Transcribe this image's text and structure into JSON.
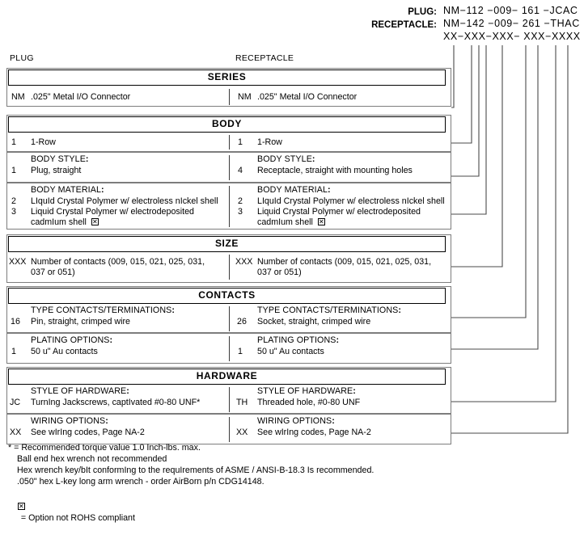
{
  "header": {
    "rows": [
      {
        "label": "PLUG:",
        "value": "NM−112 −009− 161 −JCAC"
      },
      {
        "label": "RECEPTACLE:",
        "value": "NM−142 −009− 261 −THAC"
      },
      {
        "label": "",
        "value": "XX−XXX−XXX− XXX−XXXX"
      }
    ]
  },
  "columns": {
    "left_label": "PLUG",
    "right_label": "RECEPTACLE"
  },
  "sections": [
    {
      "banner": "SERIES",
      "rows": [
        {
          "header": "",
          "left": [
            {
              "code": "NM",
              "text": ".025\" Metal I/O Connector"
            }
          ],
          "right": [
            {
              "code": "NM",
              "text": ".025\" Metal I/O Connector"
            }
          ]
        }
      ]
    },
    {
      "banner": "BODY",
      "rows": [
        {
          "header": "",
          "left": [
            {
              "code": "1",
              "text": "1-Row"
            }
          ],
          "right": [
            {
              "code": "1",
              "text": "1-Row"
            }
          ]
        },
        {
          "header": "BODY STYLE:",
          "left": [
            {
              "code": "1",
              "text": "Plug, straight"
            }
          ],
          "right": [
            {
              "code": "4",
              "text": "Receptacle, straight with mounting holes"
            }
          ]
        },
        {
          "header": "BODY MATERIAL:",
          "left": [
            {
              "code": "2",
              "text": "LIquId Crystal Polymer w/ electroless nIckel shell"
            },
            {
              "code": "3",
              "text": "Liquid Crystal Polymer w/ electrodeposited\ncadmIum shell  ☒"
            }
          ],
          "right": [
            {
              "code": "2",
              "text": "LIquId Crystal Polymer w/ electroless nIckel shell"
            },
            {
              "code": "3",
              "text": "Liquid Crystal Polymer w/ electrodeposited\ncadmIum shell  ☒"
            }
          ]
        }
      ]
    },
    {
      "banner": "SIZE",
      "rows": [
        {
          "header": "",
          "left": [
            {
              "code": "XXX",
              "text": "Number of contacts (009, 015, 021, 025, 031,\n037 or 051)"
            }
          ],
          "right": [
            {
              "code": "XXX",
              "text": "Number of contacts (009, 015, 021, 025, 031,\n037 or 051)"
            }
          ]
        }
      ]
    },
    {
      "banner": "CONTACTS",
      "rows": [
        {
          "header": "TYPE CONTACTS/TERMINATIONS:",
          "left": [
            {
              "code": "16",
              "text": "Pin, straight, crimped wire"
            }
          ],
          "right": [
            {
              "code": "26",
              "text": "Socket, straight, crimped wire"
            }
          ]
        },
        {
          "header": "PLATING OPTIONS:",
          "left": [
            {
              "code": "1",
              "text": "50 u\" Au contacts"
            }
          ],
          "right": [
            {
              "code": "1",
              "text": "50 u\" Au contacts"
            }
          ]
        }
      ]
    },
    {
      "banner": "HARDWARE",
      "rows": [
        {
          "header": "STYLE OF HARDWARE:",
          "left": [
            {
              "code": "JC",
              "text": "TurnIng Jackscrews, captIvated #0-80 UNF*"
            }
          ],
          "right": [
            {
              "code": "TH",
              "text": "Threaded hole, #0-80 UNF"
            }
          ]
        },
        {
          "header": "WIRING OPTIONS:",
          "left": [
            {
              "code": "XX",
              "text": "See wIrIng codes, Page NA-2"
            }
          ],
          "right": [
            {
              "code": "XX",
              "text": "See wIrIng codes, Page NA-2"
            }
          ]
        }
      ]
    }
  ],
  "footnotes": {
    "asterisk": [
      "* = Recommended torque value 1.0 Inch-lbs. max.",
      "Ball end hex wrench not recommended",
      "Hex wrench key/bIt conformIng to the requIrements of ASME / ANSI-B-18.3 Is recommended.",
      ".050\" hex L-key long arm wrench - order AirBorn p/n CDG14148."
    ],
    "rohs": "= Option not ROHS compliant",
    "rohs_icon": "boxed-x-icon"
  },
  "colors": {
    "ink": "#000000",
    "rule": "#7d7d7d",
    "background": "#ffffff"
  }
}
